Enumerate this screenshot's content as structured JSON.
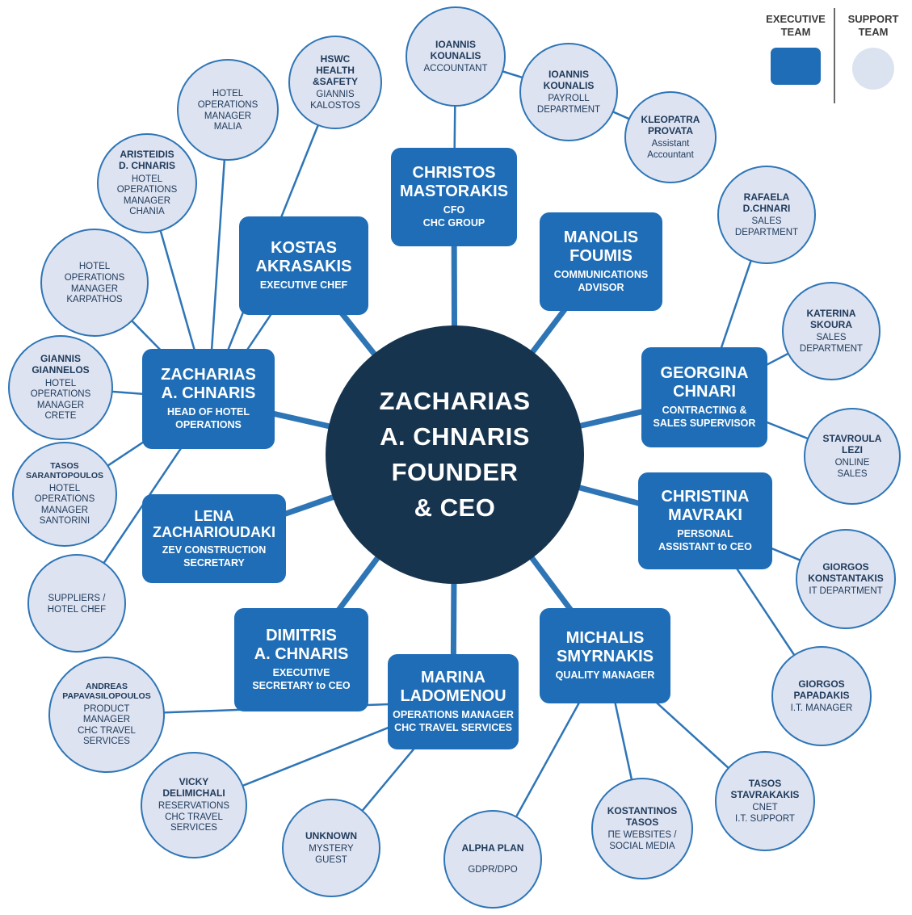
{
  "legend": {
    "executive_label": "EXECUTIVE\nTEAM",
    "support_label": "SUPPORT\nTEAM"
  },
  "center": {
    "label": "ZACHARIAS\nA. CHNARIS\nFOUNDER\n& CEO"
  },
  "colors": {
    "executive_fill": "#1e6db6",
    "support_fill": "#dde3f1",
    "center_fill": "#17344e",
    "line": "#2e75b6"
  },
  "executives": [
    {
      "id": "christos",
      "name": "CHRISTOS\nMASTORAKIS",
      "role": "CFO\nCHC GROUP"
    },
    {
      "id": "kostas",
      "name": "KOSTAS\nAKRASAKIS",
      "role": "EXECUTIVE CHEF"
    },
    {
      "id": "manolis",
      "name": "MANOLIS\nFOUMIS",
      "role": "COMMUNICATIONS\nADVISOR"
    },
    {
      "id": "zacharias",
      "name": "ZACHARIAS\nA. CHNARIS",
      "role": "HEAD OF HOTEL\nOPERATIONS"
    },
    {
      "id": "georgina",
      "name": "GEORGINA\nCHNARI",
      "role": "CONTRACTING &\nSALES SUPERVISOR"
    },
    {
      "id": "lena",
      "name": "LENA\nZACHARIOUDAKI",
      "role": "ZEV CONSTRUCTION\nSECRETARY"
    },
    {
      "id": "christina",
      "name": "CHRISTINA\nMAVRAKI",
      "role": "PERSONAL\nASSISTANT to CEO"
    },
    {
      "id": "dimitris",
      "name": "DIMITRIS\nA. CHNARIS",
      "role": "EXECUTIVE\nSECRETARY to CEO"
    },
    {
      "id": "marina",
      "name": "MARINA\nLADOMENOU",
      "role": "OPERATIONS MANAGER\nCHC TRAVEL SERVICES"
    },
    {
      "id": "michalis",
      "name": "MICHALIS\nSMYRNAKIS",
      "role": "QUALITY MANAGER"
    }
  ],
  "support": [
    {
      "id": "ioannis_acct",
      "name": "IOANNIS\nKOUNALIS",
      "role": "ACCOUNTANT"
    },
    {
      "id": "ioannis_payroll",
      "name": "IOANNIS\nKOUNALIS",
      "role": "PAYROLL\nDEPARTMENT"
    },
    {
      "id": "kleopatra",
      "name": "KLEOPATRA\nPROVATA",
      "role": "Assistant\nAccountant"
    },
    {
      "id": "hswc",
      "name": "HSWC\nHEALTH\n&SAFETY",
      "role": "GIANNIS\nKALOSTOS"
    },
    {
      "id": "malia",
      "name": "",
      "role": "HOTEL\nOPERATIONS\nMANAGER\nMALIA"
    },
    {
      "id": "aristeidis",
      "name": "ARISTEIDIS\nD. CHNARIS",
      "role": "HOTEL\nOPERATIONS\nMANAGER\nCHANIA"
    },
    {
      "id": "karpathos",
      "name": "",
      "role": "HOTEL\nOPERATIONS\nMANAGER\nKARPATHOS"
    },
    {
      "id": "giannelos",
      "name": "GIANNIS\nGIANNELOS",
      "role": "HOTEL\nOPERATIONS\nMANAGER\nCRETE"
    },
    {
      "id": "sarantopoulos",
      "name": "TASOS\nSARANTOPOULOS",
      "role": "HOTEL\nOPERATIONS\nMANAGER\nSANTORINI"
    },
    {
      "id": "suppliers",
      "name": "",
      "role": "SUPPLIERS /\nHOTEL CHEF"
    },
    {
      "id": "rafaela",
      "name": "RAFAELA\nD.CHNARI",
      "role": "SALES\nDEPARTMENT"
    },
    {
      "id": "katerina",
      "name": "KATERINA\nSKOURA",
      "role": "SALES\nDEPARTMENT"
    },
    {
      "id": "stavroula",
      "name": "STAVROULA\nLEZI",
      "role": "ONLINE\nSALES"
    },
    {
      "id": "konstantakis",
      "name": "GIORGOS\nKONSTANTAKIS",
      "role": "IT DEPARTMENT"
    },
    {
      "id": "papadakis",
      "name": "GIORGOS\nPAPADAKIS",
      "role": "I.T. MANAGER"
    },
    {
      "id": "stavrakakis",
      "name": "TASOS\nSTAVRAKAKIS",
      "role": "CNET\nI.T. SUPPORT"
    },
    {
      "id": "andreas",
      "name": "ANDREAS\nPAPAVASILOPOULOS",
      "role": "PRODUCT\nMANAGER\nCHC TRAVEL\nSERVICES"
    },
    {
      "id": "vicky",
      "name": "VICKY\nDELIMICHALI",
      "role": "RESERVATIONS\nCHC TRAVEL\nSERVICES"
    },
    {
      "id": "unknown",
      "name": "UNKNOWN",
      "role": "MYSTERY\nGUEST"
    },
    {
      "id": "alphaplan",
      "name": "ALPHA PLAN",
      "role": "GDPR/DPO"
    },
    {
      "id": "kostantinos",
      "name": "KOSTANTINOS\nTASOS",
      "role": "ΠΕ WEBSITES /\nSOCIAL MEDIA"
    }
  ],
  "edges": [
    {
      "from": "center",
      "to": "christos",
      "thick": true
    },
    {
      "from": "center",
      "to": "kostas",
      "thick": true
    },
    {
      "from": "center",
      "to": "manolis",
      "thick": true
    },
    {
      "from": "center",
      "to": "zacharias",
      "thick": true
    },
    {
      "from": "center",
      "to": "georgina",
      "thick": true
    },
    {
      "from": "center",
      "to": "lena",
      "thick": true
    },
    {
      "from": "center",
      "to": "christina",
      "thick": true
    },
    {
      "from": "center",
      "to": "dimitris",
      "thick": true
    },
    {
      "from": "center",
      "to": "marina",
      "thick": true
    },
    {
      "from": "center",
      "to": "michalis",
      "thick": true
    },
    {
      "from": "christos",
      "to": "ioannis_acct",
      "thick": false
    },
    {
      "from": "ioannis_acct",
      "to": "ioannis_payroll",
      "thick": false
    },
    {
      "from": "ioannis_payroll",
      "to": "kleopatra",
      "thick": false
    },
    {
      "from": "zacharias",
      "to": "hswc",
      "thick": false
    },
    {
      "from": "zacharias",
      "to": "malia",
      "thick": false
    },
    {
      "from": "zacharias",
      "to": "aristeidis",
      "thick": false
    },
    {
      "from": "zacharias",
      "to": "karpathos",
      "thick": false
    },
    {
      "from": "zacharias",
      "to": "giannelos",
      "thick": false
    },
    {
      "from": "zacharias",
      "to": "sarantopoulos",
      "thick": false
    },
    {
      "from": "kostas",
      "to": "suppliers",
      "thick": false
    },
    {
      "from": "georgina",
      "to": "rafaela",
      "thick": false
    },
    {
      "from": "georgina",
      "to": "katerina",
      "thick": false
    },
    {
      "from": "georgina",
      "to": "stavroula",
      "thick": false
    },
    {
      "from": "christina",
      "to": "konstantakis",
      "thick": false
    },
    {
      "from": "christina",
      "to": "papadakis",
      "thick": false
    },
    {
      "from": "michalis",
      "to": "stavrakakis",
      "thick": false
    },
    {
      "from": "michalis",
      "to": "kostantinos",
      "thick": false
    },
    {
      "from": "michalis",
      "to": "alphaplan",
      "thick": false
    },
    {
      "from": "marina",
      "to": "unknown",
      "thick": false
    },
    {
      "from": "marina",
      "to": "vicky",
      "thick": false
    },
    {
      "from": "marina",
      "to": "andreas",
      "thick": false
    }
  ]
}
